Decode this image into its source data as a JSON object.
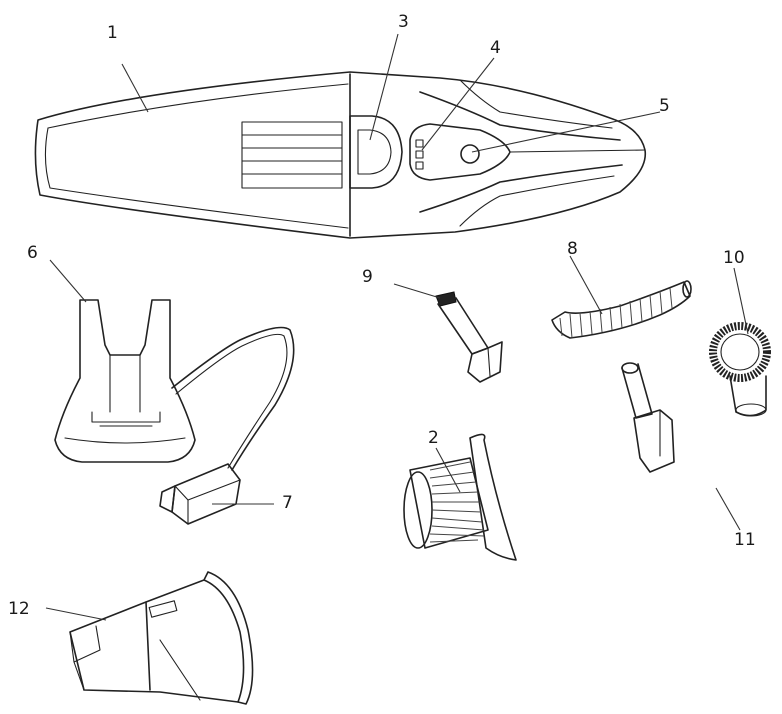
{
  "callouts": {
    "c1": "1",
    "c2": "2",
    "c3": "3",
    "c4": "4",
    "c5": "5",
    "c6": "6",
    "c7": "7",
    "c8": "8",
    "c9": "9",
    "c10": "10",
    "c11": "11",
    "c12": "12"
  },
  "colors": {
    "line": "#222222",
    "background": "#ffffff",
    "bristle": "#2a2a2a"
  }
}
